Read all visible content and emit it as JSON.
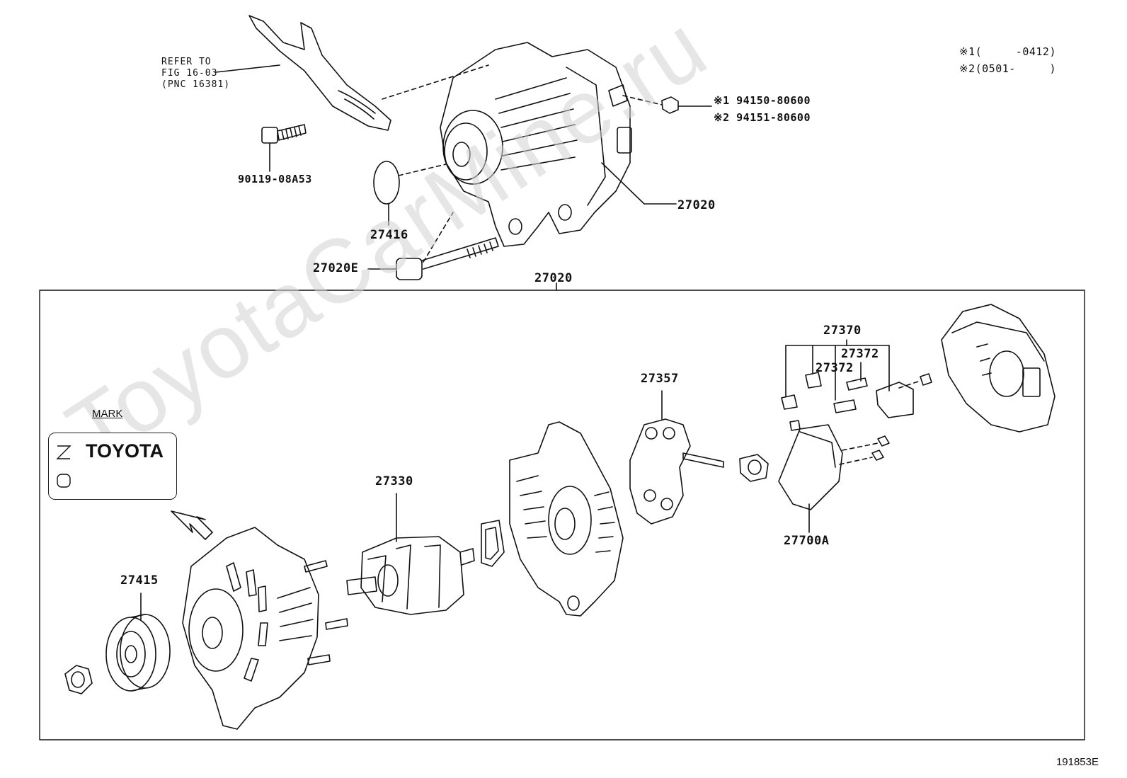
{
  "watermark": "ToyotaCarMine.ru",
  "refer": {
    "line1": "REFER TO",
    "line2": "FIG 16-03",
    "line3": "(PNC 16381)"
  },
  "notes": {
    "n1": "※1(     -0412)",
    "n2": "※2(0501-     )"
  },
  "labels": {
    "bolt_top": "90119-08A53",
    "cap": "27416",
    "alternator_assy": "27020",
    "through_bolt": "27020E",
    "nut1": "※1 94150-80600",
    "nut2": "※2 94151-80600",
    "box_title": "27020",
    "pulley": "27415",
    "rotor": "27330",
    "rectifier": "27357",
    "brush_holder": "27370",
    "spring1": "27372",
    "spring2": "27372",
    "regulator": "27700A"
  },
  "mark": {
    "title": "MARK",
    "brand": "TOYOTA"
  },
  "figure_id": "191853E"
}
